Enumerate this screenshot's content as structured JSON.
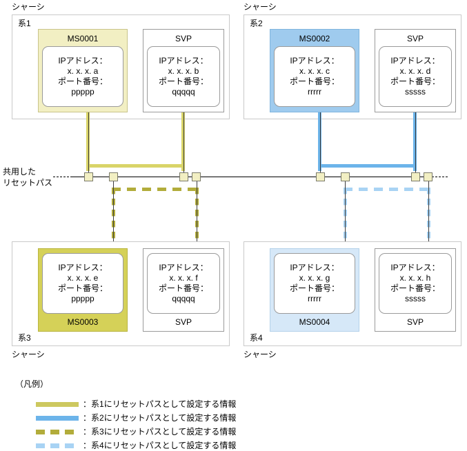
{
  "diagram": {
    "side_label": {
      "line1": "共用した",
      "line2": "リセットパス"
    },
    "chassis_top_left": {
      "chassis_label": "シャーシ",
      "system_label": "系1"
    },
    "chassis_top_right": {
      "chassis_label": "シャーシ",
      "system_label": "系2"
    },
    "chassis_bottom_left": {
      "chassis_label": "シャーシ",
      "system_label": "系3"
    },
    "chassis_bottom_right": {
      "chassis_label": "シャーシ",
      "system_label": "系4"
    },
    "units": {
      "ms0001": {
        "title": "MS0001",
        "ip_label": "IPアドレス：",
        "ip_value": "x. x. x. a",
        "port_label": "ポート番号：",
        "port_value": "ppppp"
      },
      "svp_a": {
        "title": "SVP",
        "ip_label": "IPアドレス：",
        "ip_value": "x. x. x. b",
        "port_label": "ポート番号：",
        "port_value": "qqqqq"
      },
      "ms0002": {
        "title": "MS0002",
        "ip_label": "IPアドレス：",
        "ip_value": "x. x. x. c",
        "port_label": "ポート番号：",
        "port_value": "rrrrr"
      },
      "svp_b": {
        "title": "SVP",
        "ip_label": "IPアドレス：",
        "ip_value": "x. x. x. d",
        "port_label": "ポート番号：",
        "port_value": "sssss"
      },
      "ms0003": {
        "title": "MS0003",
        "ip_label": "IPアドレス：",
        "ip_value": "x. x. x. e",
        "port_label": "ポート番号：",
        "port_value": "ppppp"
      },
      "svp_c": {
        "title": "SVP",
        "ip_label": "IPアドレス：",
        "ip_value": "x. x. x. f",
        "port_label": "ポート番号：",
        "port_value": "qqqqq"
      },
      "ms0004": {
        "title": "MS0004",
        "ip_label": "IPアドレス：",
        "ip_value": "x. x. x. g",
        "port_label": "ポート番号：",
        "port_value": "rrrrr"
      },
      "svp_d": {
        "title": "SVP",
        "ip_label": "IPアドレス：",
        "ip_value": "x. x. x. h",
        "port_label": "ポート番号：",
        "port_value": "sssss"
      }
    }
  },
  "legend": {
    "title": "（凡例）",
    "items": [
      {
        "style": "solid-yellow",
        "separator": "：",
        "text": "系1にリセットパスとして設定する情報",
        "color": "#cdc85f"
      },
      {
        "style": "solid-blue",
        "separator": "：",
        "text": "系2にリセットパスとして設定する情報",
        "color": "#6cb4ea"
      },
      {
        "style": "dashed-dark-olive",
        "separator": "：",
        "text": "系3にリセットパスとして設定する情報",
        "color": "#b2ac3b"
      },
      {
        "style": "dashed-light-blue",
        "separator": "：",
        "text": "系4にリセットパスとして設定する情報",
        "color": "#a8d3f4"
      }
    ]
  }
}
